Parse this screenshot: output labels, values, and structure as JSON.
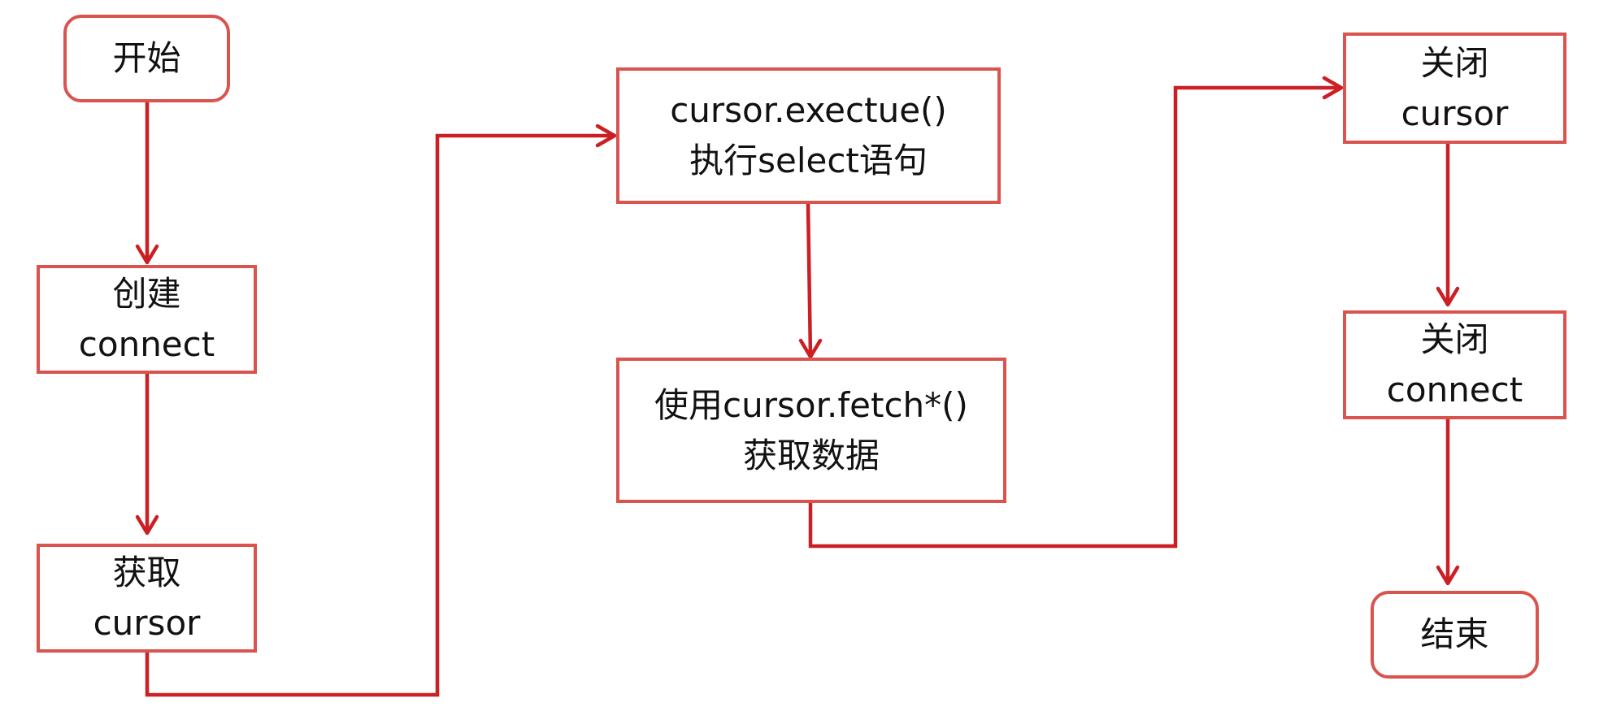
{
  "diagram": {
    "nodes": {
      "start": {
        "lines": [
          "开始"
        ]
      },
      "create_connect": {
        "lines": [
          "创建",
          "connect"
        ]
      },
      "get_cursor": {
        "lines": [
          "获取",
          "cursor"
        ]
      },
      "execute": {
        "lines": [
          "cursor.exectue()",
          "执行select语句"
        ]
      },
      "fetch": {
        "lines": [
          "使用cursor.fetch*()",
          "获取数据"
        ]
      },
      "close_cursor": {
        "lines": [
          "关闭",
          "cursor"
        ]
      },
      "close_connect": {
        "lines": [
          "关闭",
          "connect"
        ]
      },
      "end": {
        "lines": [
          "结束"
        ]
      }
    },
    "edges": [
      {
        "from": "start",
        "to": "create_connect"
      },
      {
        "from": "create_connect",
        "to": "get_cursor"
      },
      {
        "from": "get_cursor",
        "to": "execute"
      },
      {
        "from": "execute",
        "to": "fetch"
      },
      {
        "from": "fetch",
        "to": "close_cursor"
      },
      {
        "from": "close_cursor",
        "to": "close_connect"
      },
      {
        "from": "close_connect",
        "to": "end"
      }
    ],
    "colors": {
      "node_border": "#d9534f",
      "connector": "#cc1f24",
      "text": "#111111",
      "background": "#ffffff"
    }
  }
}
